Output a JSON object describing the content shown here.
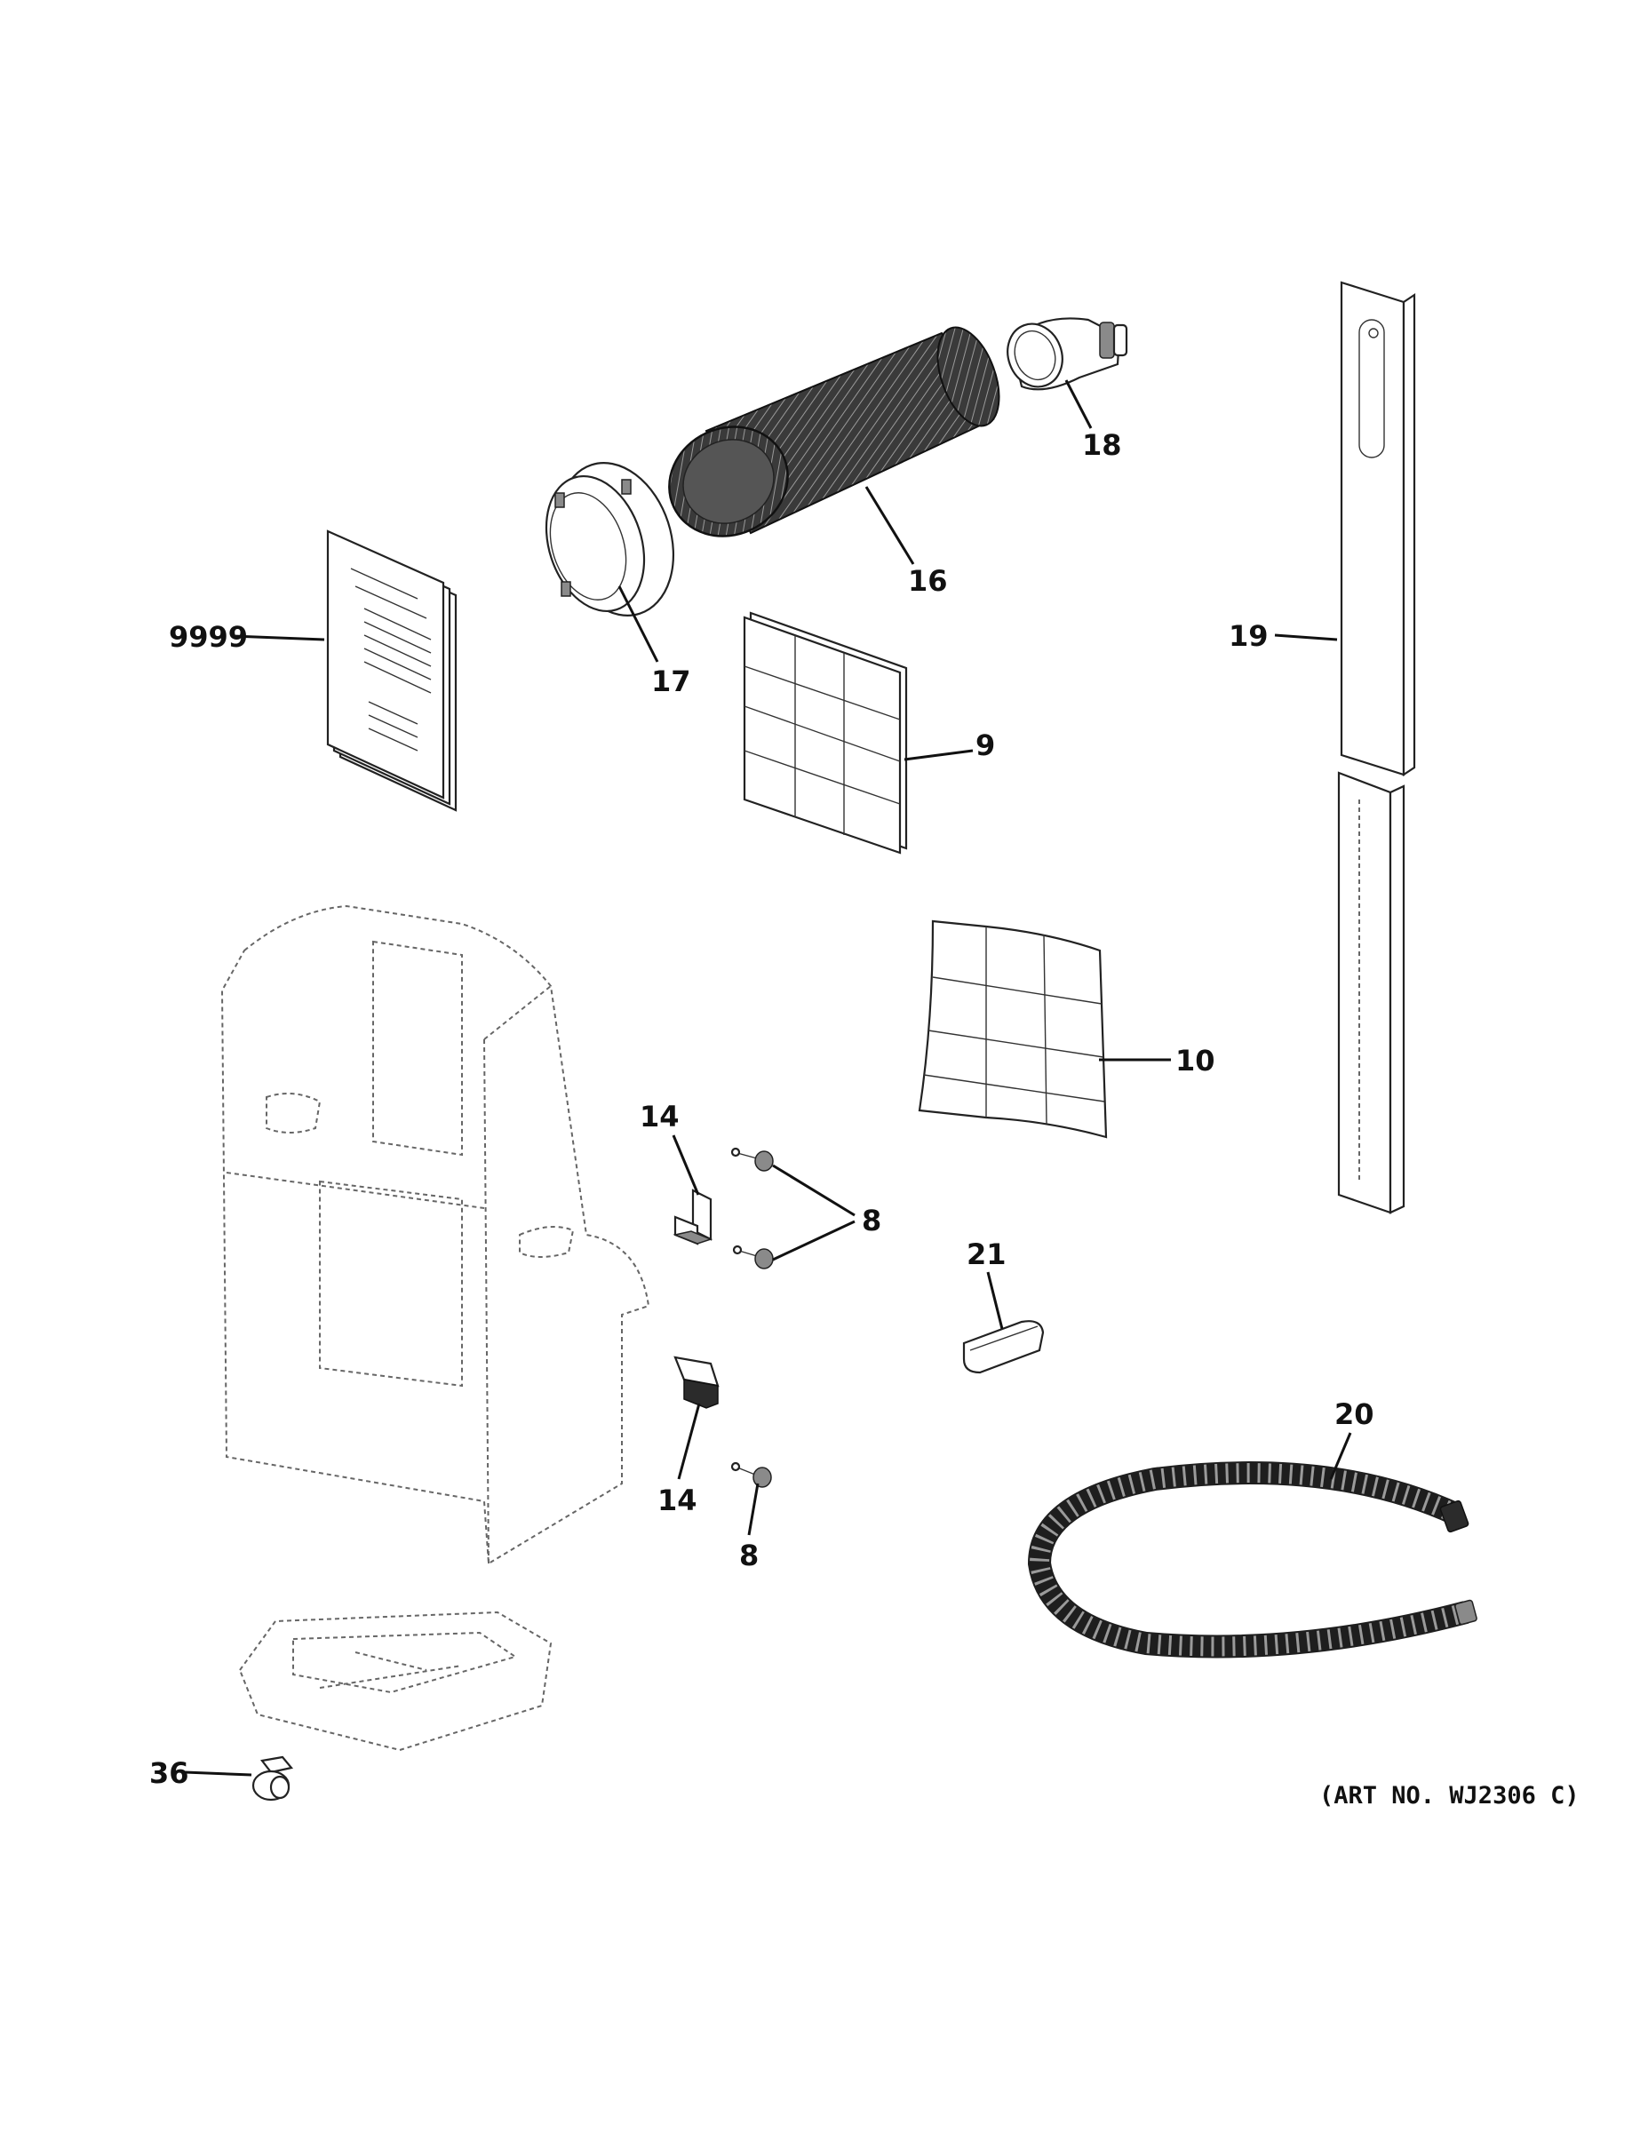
{
  "callouts": {
    "p9999": "9999",
    "p17": "17",
    "p16": "16",
    "p18": "18",
    "p19": "19",
    "p9": "9",
    "p10": "10",
    "p14a": "14",
    "p8a": "8",
    "p21": "21",
    "p20": "20",
    "p14b": "14",
    "p8b": "8",
    "p36": "36"
  },
  "art_number": "(ART NO. WJ2306 C)"
}
